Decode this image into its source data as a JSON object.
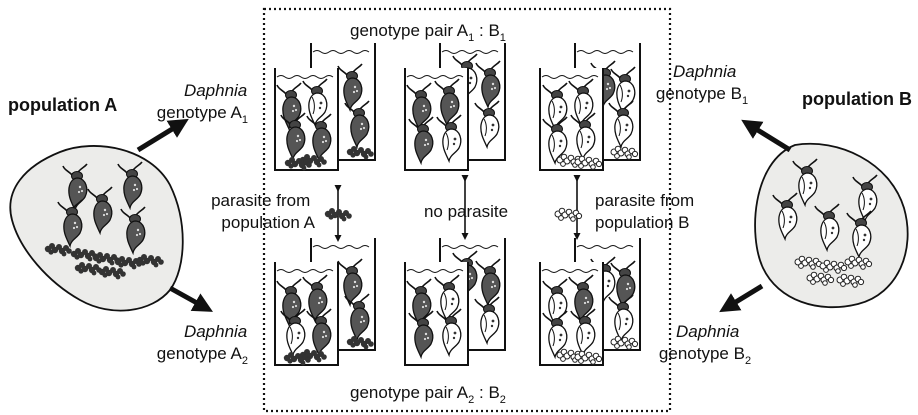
{
  "colors": {
    "ink": "#111111",
    "pond_fill": "#ececea",
    "dark_animal": "#5a5a5a",
    "light_animal": "#ffffff"
  },
  "icons": {
    "host": "daphnia-icon",
    "parasite": "parasite-icon"
  },
  "top_pair": {
    "prefix": "genotype pair A",
    "sub_a": "1",
    "sep": " : ",
    "b": "B",
    "sub_b": "1"
  },
  "bottom_pair": {
    "prefix": "genotype pair A",
    "sub_a": "2",
    "sep": " : ",
    "b": "B",
    "sub_b": "2"
  },
  "population_a": {
    "title": "population A"
  },
  "population_b": {
    "title": "population B"
  },
  "genotypes": {
    "a1": {
      "italic": "Daphnia",
      "text": "genotype A",
      "sub": "1"
    },
    "a2": {
      "italic": "Daphnia",
      "text": "genotype A",
      "sub": "2"
    },
    "b1": {
      "italic": "Daphnia",
      "text": "genotype B",
      "sub": "1"
    },
    "b2": {
      "italic": "Daphnia",
      "text": "genotype B",
      "sub": "2"
    }
  },
  "treatments": {
    "left": {
      "line1": "parasite from",
      "line2": "population A"
    },
    "middle": {
      "line1": "no parasite"
    },
    "right": {
      "line1": "parasite from",
      "line2": "population B"
    }
  }
}
